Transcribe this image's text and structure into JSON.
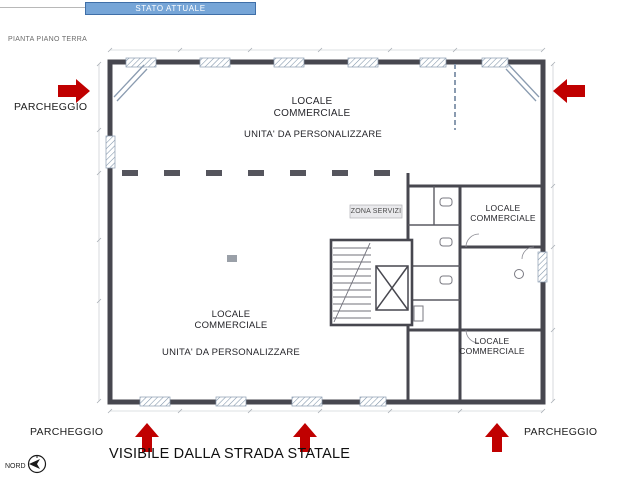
{
  "header": {
    "title": "STATO ATTUALE"
  },
  "plan": {
    "title": "PIANTA PIANO TERRA"
  },
  "rooms": {
    "top": {
      "name": "LOCALE\nCOMMERCIALE",
      "subtitle": "UNITA' DA PERSONALIZZARE"
    },
    "bottom_left": {
      "name": "LOCALE\nCOMMERCIALE",
      "subtitle": "UNITA' DA PERSONALIZZARE"
    },
    "right_upper": {
      "name": "LOCALE\nCOMMERCIALE"
    },
    "right_lower": {
      "name": "LOCALE\nCOMMERCIALE"
    },
    "services": {
      "name": "ZONA SERVIZI"
    }
  },
  "parking": {
    "top_left": "PARCHEGGIO",
    "bottom_left": "PARCHEGGIO",
    "bottom_right": "PARCHEGGIO"
  },
  "footer": {
    "note": "VISIBILE DALLA STRADA STATALE",
    "north": "NORD"
  },
  "colors": {
    "arrow_red": "#c00000",
    "header_fill": "#76a5d7",
    "header_border": "#3f6fa8",
    "wall": "#47474f",
    "window_hatch": "#7d93a8"
  }
}
